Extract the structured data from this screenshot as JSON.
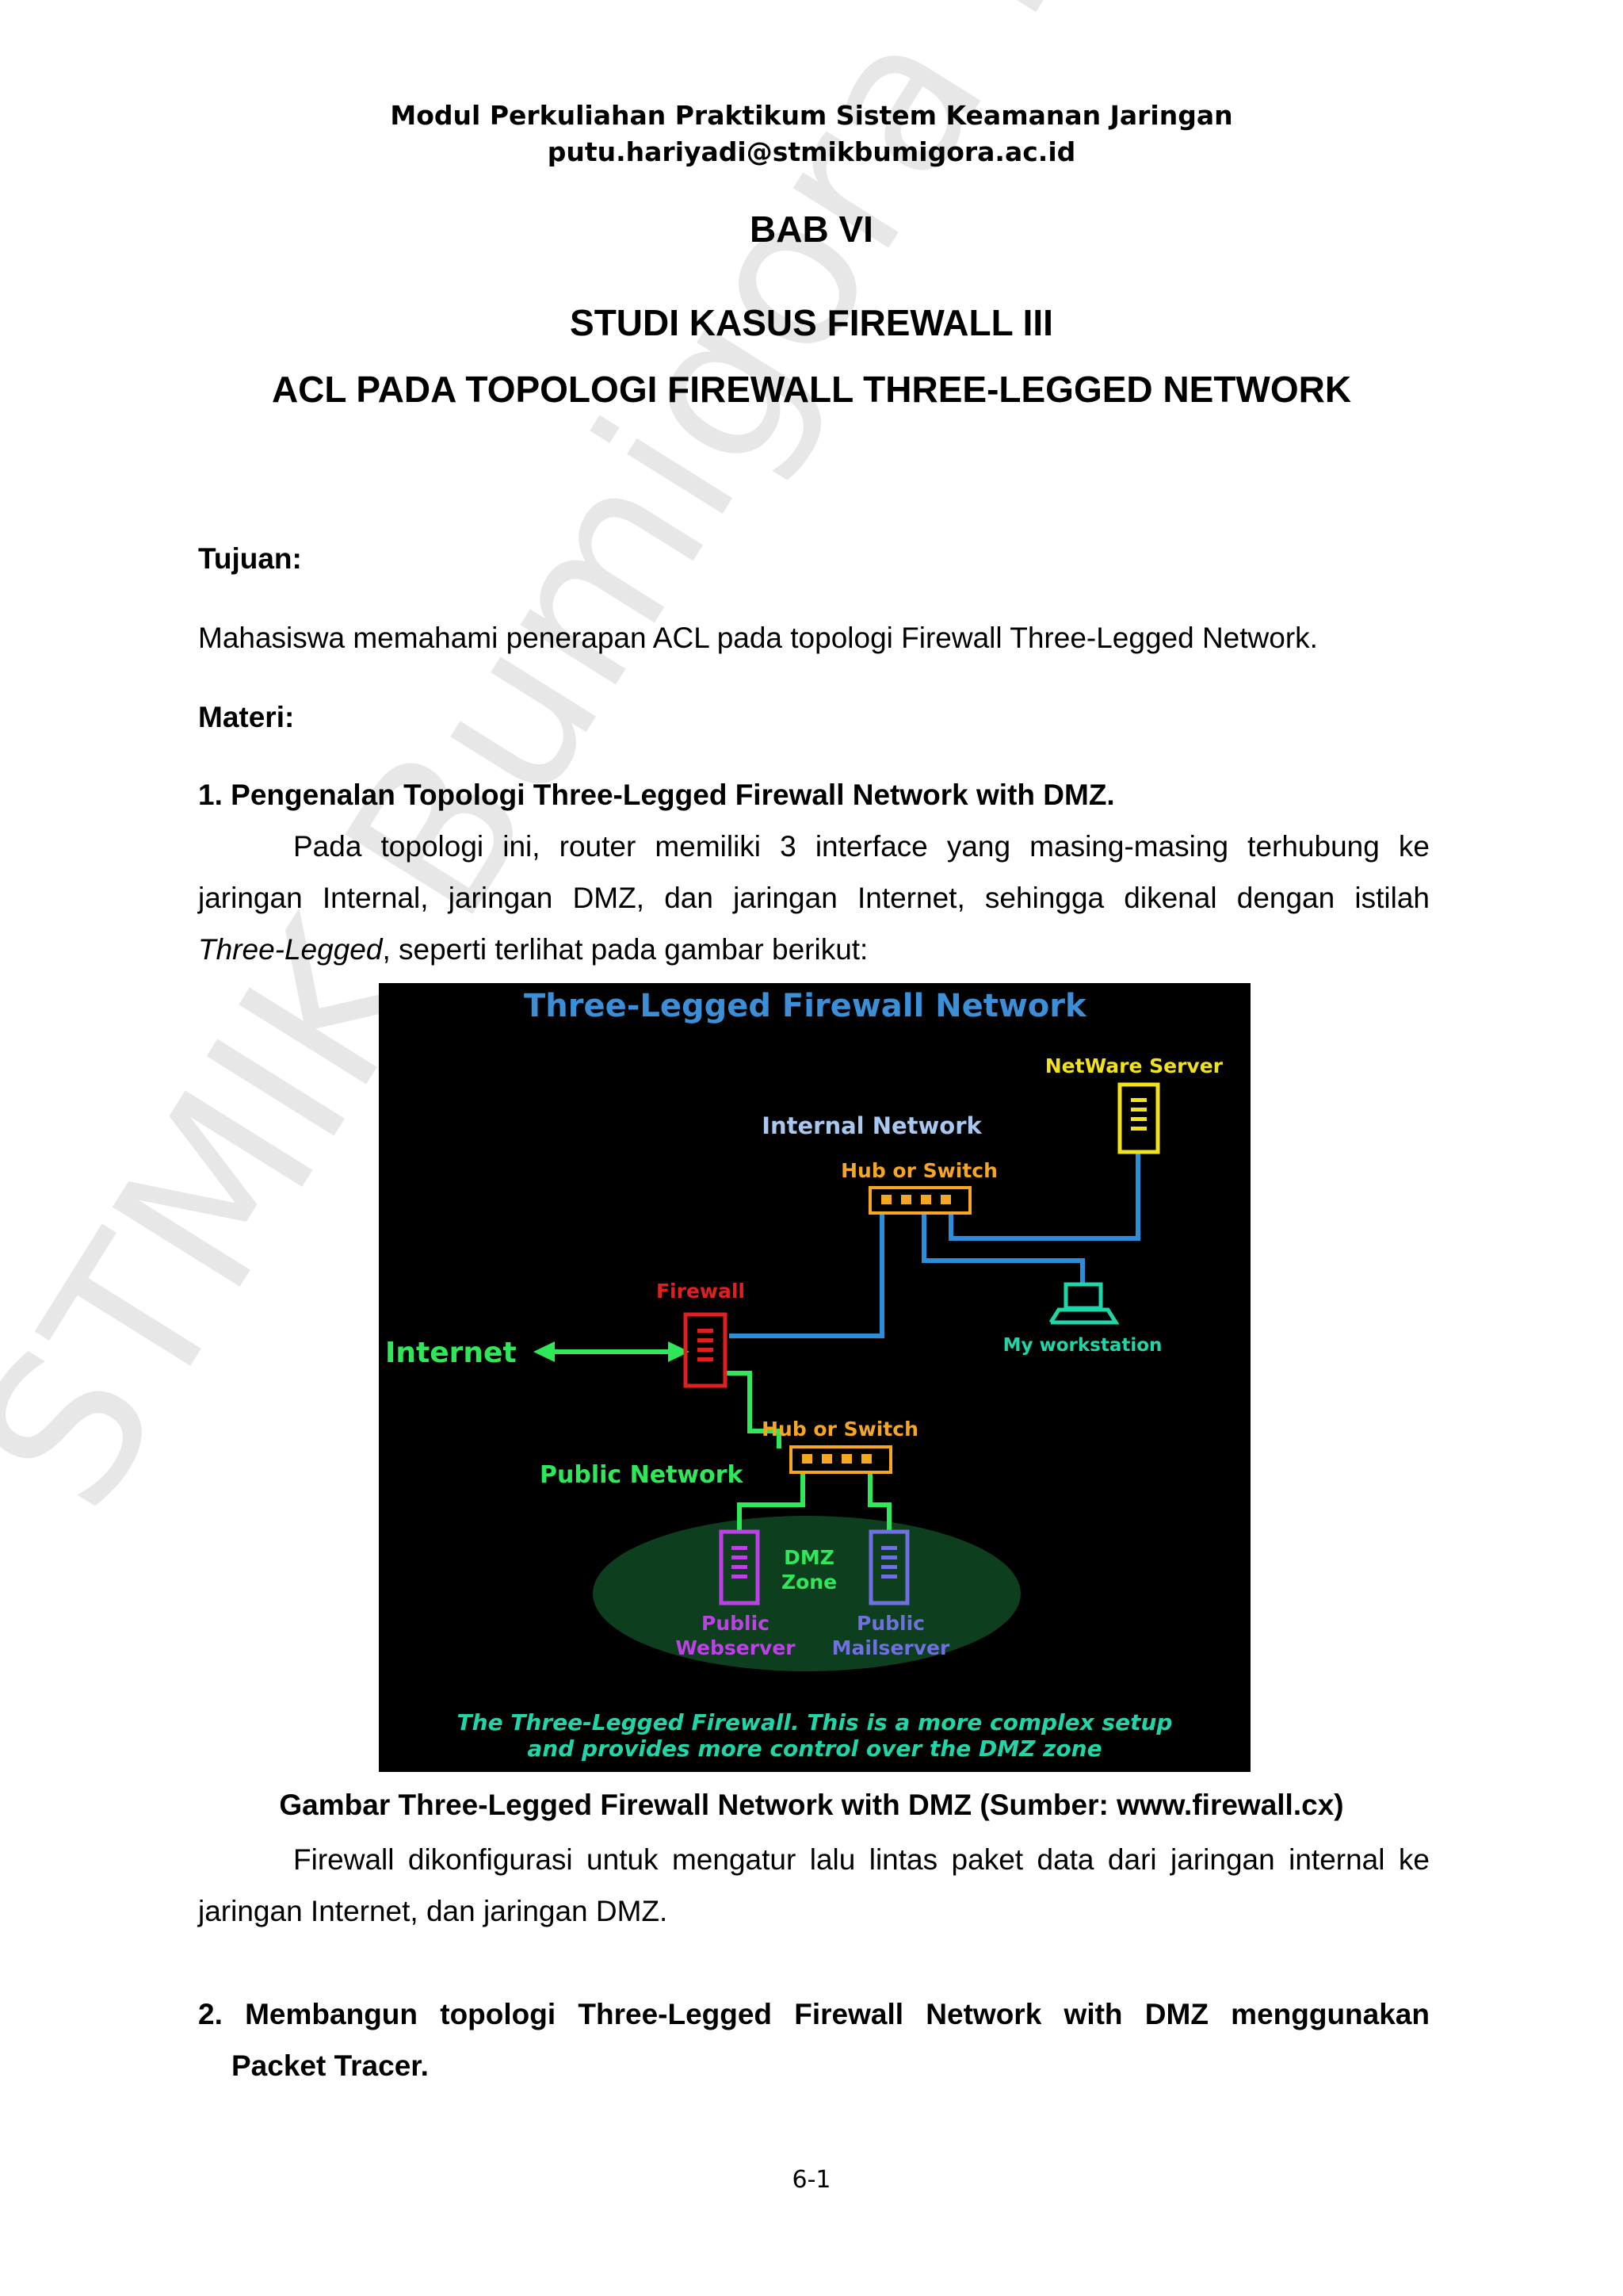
{
  "header": {
    "line1": "Modul Perkuliahan Praktikum Sistem Keamanan Jaringan",
    "line2": "putu.hariyadi@stmikbumigora.ac.id"
  },
  "chapter": "BAB VI",
  "title_line1": "STUDI KASUS FIREWALL III",
  "title_line2": "ACL PADA TOPOLOGI FIREWALL THREE-LEGGED NETWORK",
  "tujuan_heading": "Tujuan:",
  "tujuan_text": "Mahasiswa memahami penerapan ACL pada topologi Firewall Three-Legged Network.",
  "materi_heading": "Materi:",
  "section1": {
    "heading": "1. Pengenalan Topologi Three-Legged Firewall Network with DMZ.",
    "para_line1": "Pada topologi ini, router memiliki 3 interface yang masing-masing terhubung ke",
    "para_line2": "jaringan Internal, jaringan DMZ, dan jaringan Internet, sehingga dikenal dengan istilah",
    "para_line3_italic": "Three-Legged",
    "para_line3_rest": ", seperti terlihat pada gambar berikut:"
  },
  "diagram": {
    "title": "Three-Legged Firewall Network",
    "netware_server": "NetWare Server",
    "internal_network": "Internal Network",
    "hub_internal": "Hub or Switch",
    "firewall": "Firewall",
    "internet": "Internet",
    "workstation": "My workstation",
    "hub_public": "Hub or Switch",
    "public_network": "Public Network",
    "dmz_line1": "DMZ",
    "dmz_line2": "Zone",
    "webserver_line1": "Public",
    "webserver_line2": "Webserver",
    "mailserver_line1": "Public",
    "mailserver_line2": "Mailserver",
    "caption_line1": "The Three-Legged Firewall. This is a more complex setup",
    "caption_line2": "and provides more control over the DMZ zone",
    "colors": {
      "title": "#3a8fd8",
      "netware": "#f2e21a",
      "internal": "#a8c8f0",
      "hub": "#f5a623",
      "firewall": "#e02020",
      "internet": "#2ee85a",
      "workstation": "#1fd6a8",
      "public": "#2ee85a",
      "webserver": "#c040e8",
      "mailserver": "#7070e0",
      "dmz_zone": "#0d3f1f",
      "blue_line": "#2a8fd8"
    }
  },
  "figure_caption": "Gambar Three-Legged Firewall Network with DMZ (Sumber: www.firewall.cx)",
  "para2_line1": "Firewall dikonfigurasi untuk mengatur lalu lintas paket data dari jaringan internal ke",
  "para2_line2": "jaringan Internet, dan jaringan DMZ.",
  "section2": {
    "line1": "2. Membangun topologi Three-Legged Firewall Network with DMZ menggunakan",
    "line2": "Packet Tracer."
  },
  "page_number": "6-1",
  "watermark": "STMIK Bumigora Mataram"
}
